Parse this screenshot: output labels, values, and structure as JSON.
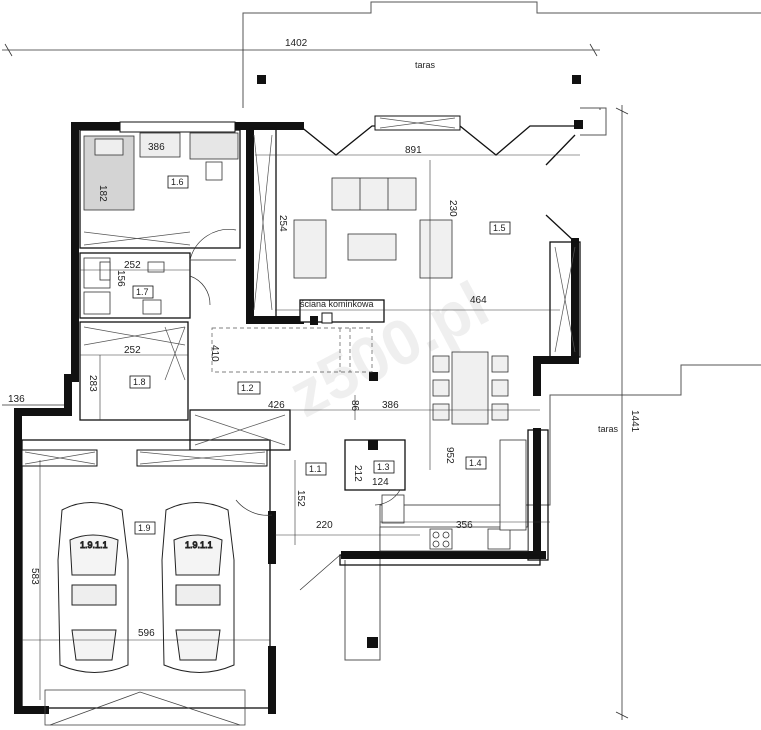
{
  "terrace_labels": [
    "taras",
    "taras"
  ],
  "overall_dimensions": {
    "top_width": "1402",
    "right_height": "1441"
  },
  "chimney_label": "ściana kominkowa",
  "watermark": "z500.pl",
  "rooms": [
    {
      "id": "1.1"
    },
    {
      "id": "1.2"
    },
    {
      "id": "1.3"
    },
    {
      "id": "1.4"
    },
    {
      "id": "1.5"
    },
    {
      "id": "1.6"
    },
    {
      "id": "1.7"
    },
    {
      "id": "1.8"
    },
    {
      "id": "1.9"
    }
  ],
  "dimensions": [
    "136",
    "386",
    "182",
    "252",
    "156",
    "252",
    "283",
    "426",
    "410",
    "86",
    "386",
    "891",
    "230",
    "254",
    "464",
    "952",
    "124",
    "212",
    "152",
    "220",
    "356",
    "583",
    "596"
  ],
  "car_plate_labels": [
    "1.9.1.1",
    "1.9.1.1"
  ]
}
